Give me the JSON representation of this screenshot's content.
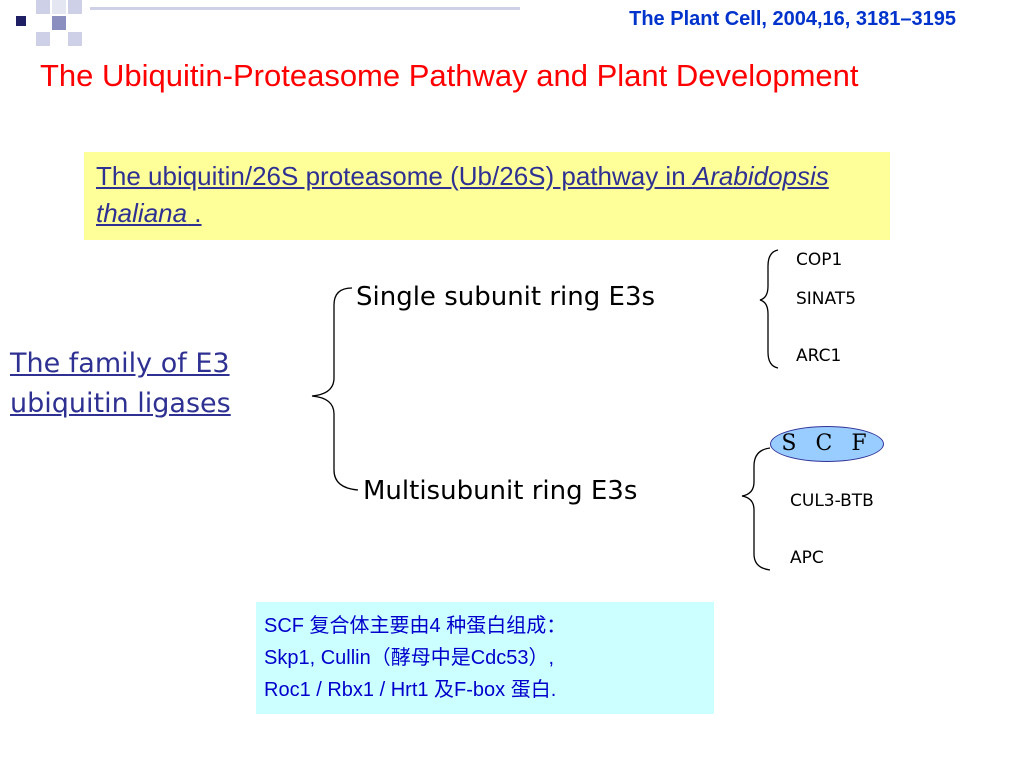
{
  "slide": {
    "citation": "The Plant Cell, 2004,16, 3181–3195",
    "title": "The Ubiquitin-Proteasome Pathway and Plant Development",
    "highlight": {
      "text_main": "The ubiquitin/26S proteasome (Ub/26S) pathway in ",
      "text_italic": "Arabidopsis thaliana",
      "text_end": " ."
    },
    "root_label": "The family of E3 ubiquitin ligases",
    "branches": [
      {
        "label": "Single subunit ring E3s",
        "items": [
          "COP1",
          "SINAT5",
          "ARC1"
        ]
      },
      {
        "label": "Multisubunit ring E3s",
        "scf": "S C F",
        "items": [
          "CUL3-BTB",
          "APC"
        ]
      }
    ],
    "note": {
      "line1": "SCF 复合体主要由4 种蛋白组成：",
      "line2": "Skp1, Cullin（酵母中是Cdc53）,",
      "line3": "Roc1 / Rbx1 / Hrt1 及F-box 蛋白."
    },
    "colors": {
      "title": "#ff0000",
      "citation": "#0033cc",
      "link_text": "#2e3192",
      "highlight_bg": "#ffff99",
      "note_bg": "#ccffff",
      "note_text": "#0000cc",
      "scf_fill": "#99ccff",
      "deco_dark": "#1f1f66",
      "deco_mid": "#8a8fbf",
      "deco_light": "#cdd0e6"
    }
  }
}
